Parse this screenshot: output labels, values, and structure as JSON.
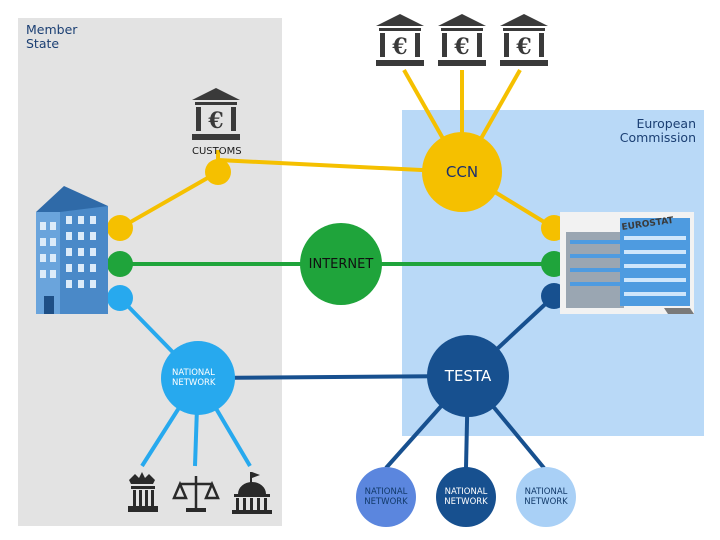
{
  "regions": {
    "member_state": "Member\nState",
    "european_commission": "European\nCommission"
  },
  "nodes": {
    "ccn": "CCN",
    "internet": "INTERNET",
    "testa": "TESTA",
    "national_network_left": "NATIONAL\nNETWORK",
    "national_network_1": "NATIONAL\nNETWORK",
    "national_network_2": "NATIONAL\nNETWORK",
    "national_network_3": "NATIONAL\nNETWORK"
  },
  "labels": {
    "customs": "CUSTOMS",
    "eurostat": "EUROSTAT",
    "bank_symbol": "€"
  },
  "colors": {
    "ccn": "#f5c000",
    "internet": "#1fa43b",
    "testa": "#17508f",
    "national_light": "#27a9ee",
    "national_1": "#5b86de",
    "national_3": "#a9d0f6",
    "member_state_bg": "#e3e3e3",
    "commission_bg": "#b9d9f7"
  },
  "icons": [
    "bank-icon",
    "customs-building",
    "eurostat-building",
    "court-icon",
    "justice-scales-icon",
    "government-building-icon"
  ]
}
